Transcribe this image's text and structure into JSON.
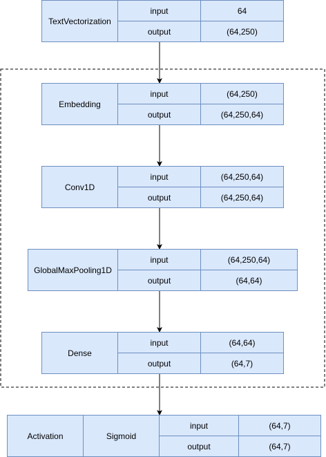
{
  "layers": [
    {
      "name": "TextVectorization",
      "input_label": "input",
      "input_value": "64",
      "output_label": "output",
      "output_value": "(64,250)"
    },
    {
      "name": "Embedding",
      "input_label": "input",
      "input_value": "(64,250)",
      "output_label": "output",
      "output_value": "(64,250,64)"
    },
    {
      "name": "Conv1D",
      "input_label": "input",
      "input_value": "(64,250,64)",
      "output_label": "output",
      "output_value": "(64,250,64)"
    },
    {
      "name": "GlobalMaxPooling1D",
      "input_label": "input",
      "input_value": "(64,250,64)",
      "output_label": "output",
      "output_value": "(64,64)"
    },
    {
      "name": "Dense",
      "input_label": "input",
      "input_value": "(64,64)",
      "output_label": "output",
      "output_value": "(64,7)"
    },
    {
      "name": "Activation",
      "type": "Sigmoid",
      "input_label": "input",
      "input_value": "(64,7)",
      "output_label": "output",
      "output_value": "(64,7)"
    }
  ],
  "colors": {
    "fill": "#dae8fc",
    "stroke": "#6c8ebf",
    "line": "#000000"
  }
}
